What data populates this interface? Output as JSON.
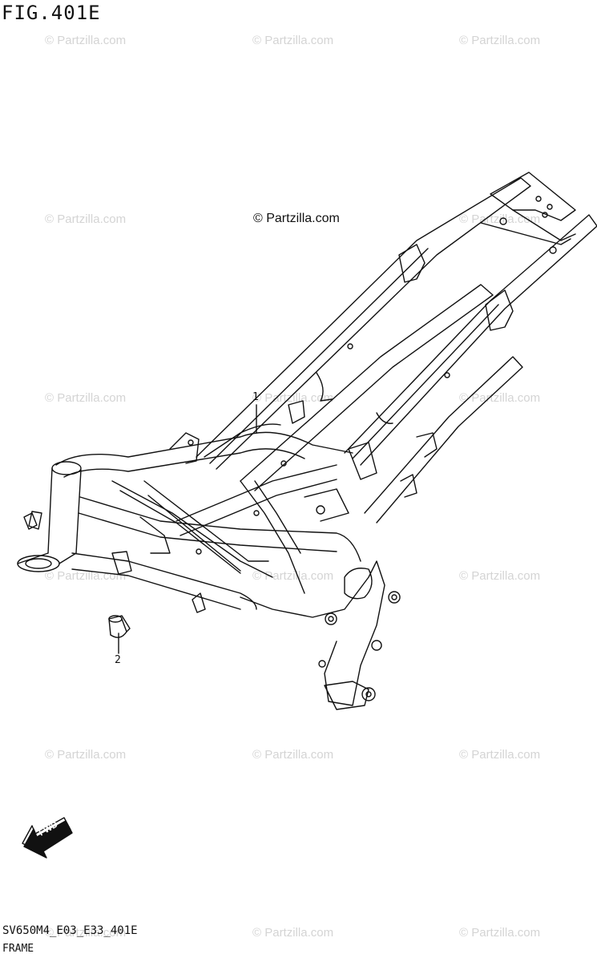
{
  "figure": {
    "title": "FIG.401E"
  },
  "watermark": {
    "text": "© Partzilla.com",
    "main_text": "© Partzilla.com"
  },
  "callouts": [
    {
      "label": "1"
    },
    {
      "label": "2"
    }
  ],
  "fwd_badge": {
    "text": "FWD"
  },
  "footer": {
    "model_code": "SV650M4_E03_E33_401E",
    "part_name": "FRAME"
  }
}
